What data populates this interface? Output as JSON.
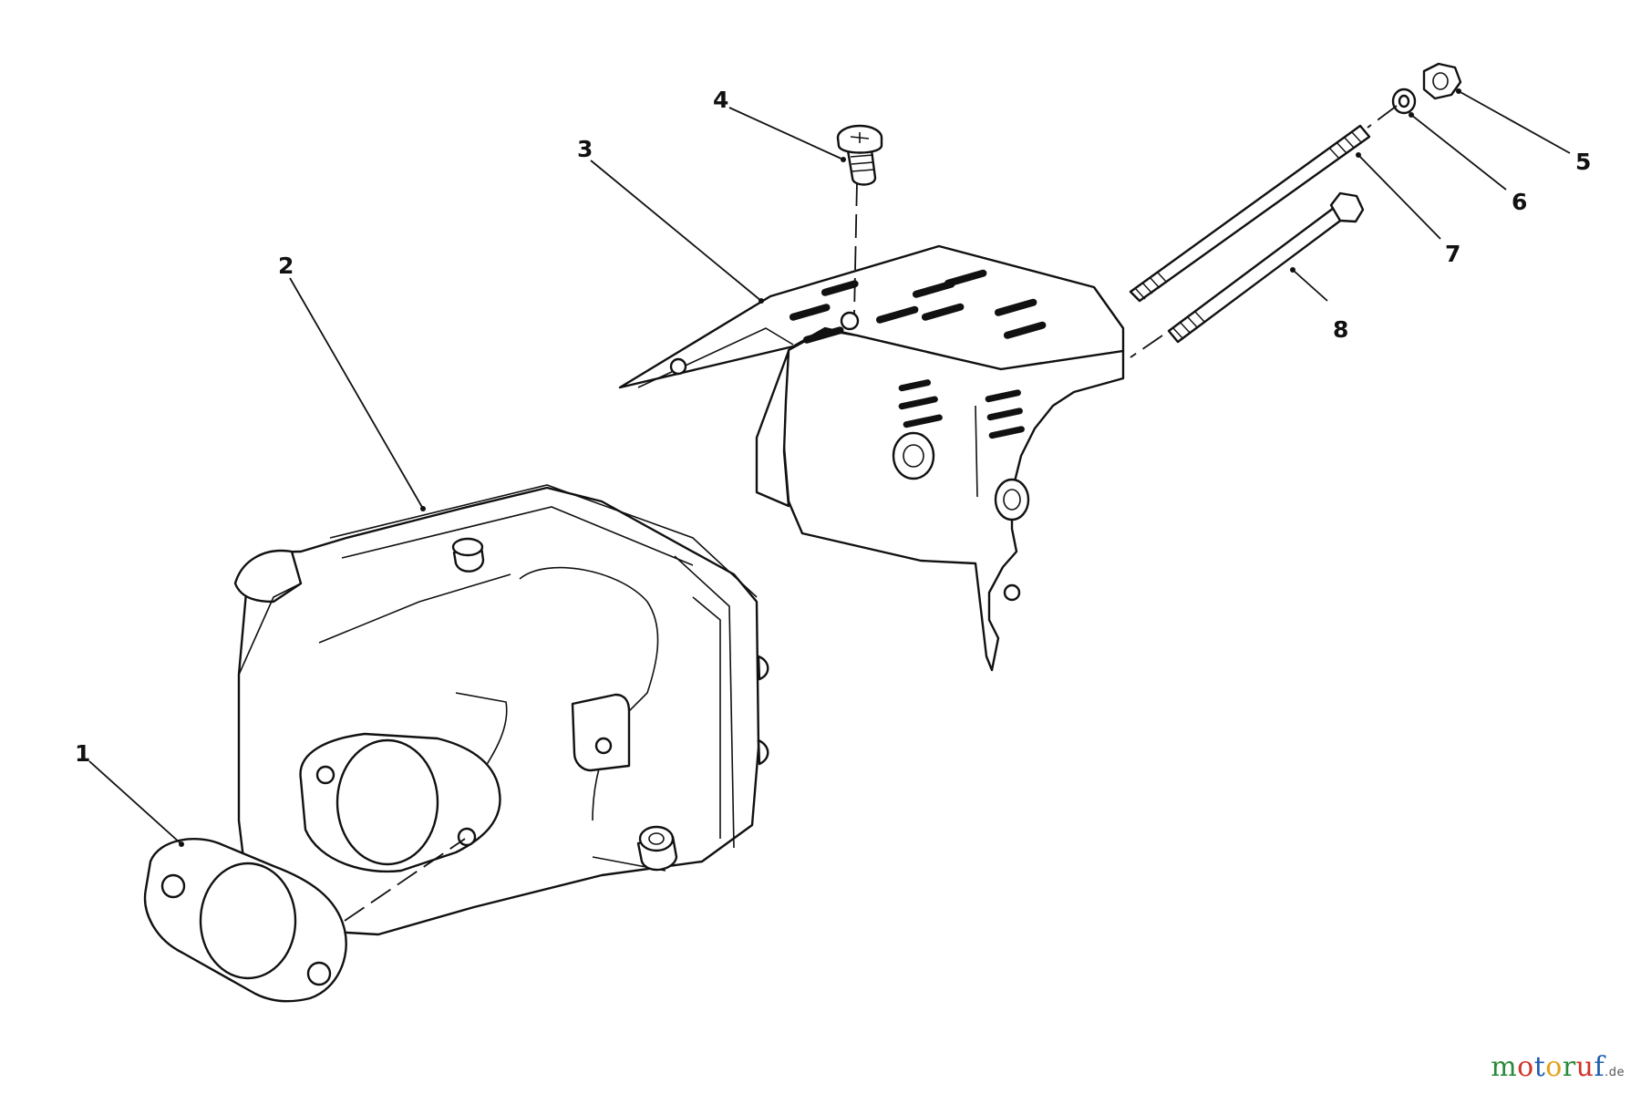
{
  "callouts": [
    {
      "id": "1",
      "label": "1"
    },
    {
      "id": "2",
      "label": "2"
    },
    {
      "id": "3",
      "label": "3"
    },
    {
      "id": "4",
      "label": "4"
    },
    {
      "id": "5",
      "label": "5"
    },
    {
      "id": "6",
      "label": "6"
    },
    {
      "id": "7",
      "label": "7"
    },
    {
      "id": "8",
      "label": "8"
    }
  ],
  "watermark": {
    "letters": [
      "m",
      "o",
      "t",
      "o",
      "r",
      "u",
      "f"
    ],
    "letter_colors": [
      "#2a8a3a",
      "#d1352b",
      "#1f5fb0",
      "#e0a21a",
      "#2a8a3a",
      "#d1352b",
      "#1f5fb0"
    ],
    "suffix": ".de"
  }
}
